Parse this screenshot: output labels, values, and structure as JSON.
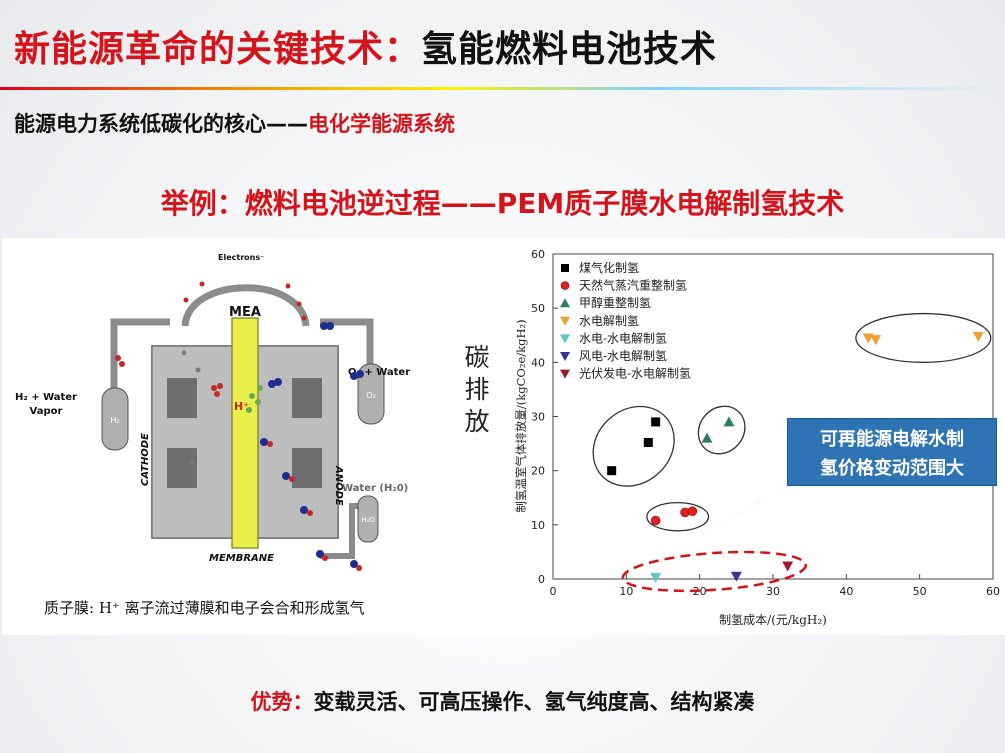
{
  "header": {
    "title_red": "新能源革命的关键技术：",
    "title_black": "氢能燃料电池技术"
  },
  "subtitle": {
    "black": "能源电力系统低碳化的核心",
    "dash": "——",
    "red": "电化学能源系统"
  },
  "example": "举例：燃料电池逆过程——PEM质子膜水电解制氢技术",
  "diagram": {
    "electrons": "Electrons⁻",
    "mea": "MEA",
    "h_plus": "H⁺",
    "o2_water": "O₂ + Water",
    "h2_water_line1": "H₂ + Water",
    "h2_water_line2": "Vapor",
    "cathode": "CATHODE",
    "anode": "ANODE",
    "water_h2o": "Water (H₂0)",
    "membrane": "MEMBRANE",
    "tank_h2": "H₂",
    "tank_o2": "O₂",
    "tank_h2o": "H₂O",
    "caption": "质子膜: H⁺ 离子流过薄膜和电子会合和形成氢气"
  },
  "side_label": [
    "碳",
    "排",
    "放"
  ],
  "callout": [
    "可再能源电解水制",
    "氢价格变动范围大"
  ],
  "advantage": {
    "label": "优势：",
    "text": "变载灵活、可高压操作、氢气纯度高、结构紧凑"
  },
  "chart_data": {
    "type": "scatter",
    "xlabel": "制氢成本/(元/kgH₂)",
    "ylabel": "制氢温室气体排放量/(kgCO₂e/kgH₂)",
    "xlim": [
      0,
      60
    ],
    "ylim": [
      0,
      60
    ],
    "xticks": [
      0,
      10,
      20,
      30,
      40,
      50,
      60
    ],
    "yticks": [
      0,
      10,
      20,
      30,
      40,
      50,
      60
    ],
    "legend_position": "top-left",
    "series": [
      {
        "name": "煤气化制氢",
        "marker": "square",
        "color": "#000000",
        "points": [
          [
            8,
            20
          ],
          [
            13,
            25.2
          ],
          [
            14,
            29
          ]
        ]
      },
      {
        "name": "天然气蒸汽重整制氢",
        "marker": "circle",
        "color": "#e02020",
        "points": [
          [
            14,
            10.8
          ],
          [
            18,
            12.3
          ],
          [
            19,
            12.5
          ]
        ]
      },
      {
        "name": "甲醇重整制氢",
        "marker": "triangle-up",
        "color": "#2e7d5b",
        "points": [
          [
            21,
            26
          ],
          [
            24,
            29
          ]
        ]
      },
      {
        "name": "水电解制氢",
        "marker": "triangle-down",
        "color": "#f0a030",
        "points": [
          [
            43,
            44.5
          ],
          [
            44,
            44.2
          ],
          [
            58,
            44.8
          ]
        ]
      },
      {
        "name": "水电-水电解制氢",
        "marker": "triangle-down",
        "color": "#5ec8c8",
        "points": [
          [
            14,
            0.3
          ]
        ]
      },
      {
        "name": "风电-水电解制氢",
        "marker": "triangle-down",
        "color": "#333399",
        "points": [
          [
            25,
            0.5
          ]
        ]
      },
      {
        "name": "光伏发电-水电解制氢",
        "marker": "triangle-down",
        "color": "#a01830",
        "points": [
          [
            32,
            2.4
          ]
        ]
      }
    ]
  }
}
